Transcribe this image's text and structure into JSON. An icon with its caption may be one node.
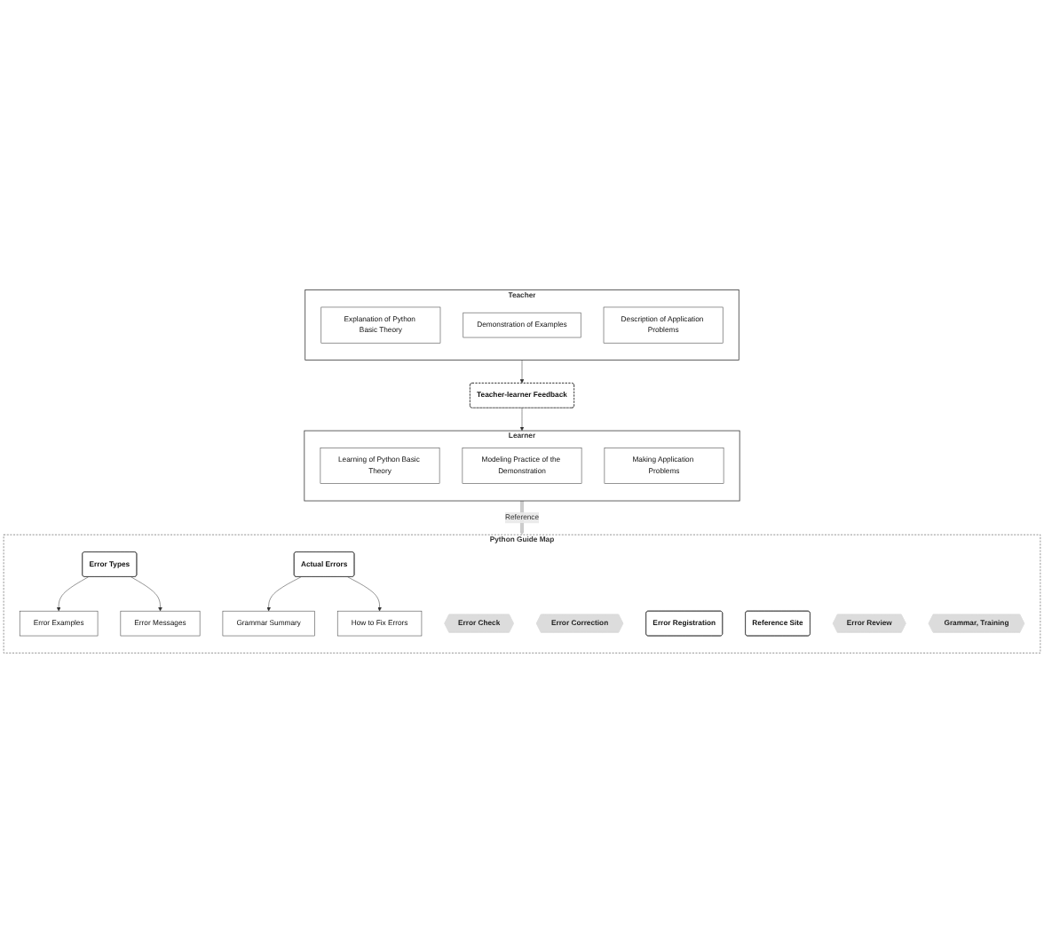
{
  "diagram": {
    "nodes": [
      {
        "text": [
          "Teacher"
        ]
      },
      {
        "text": [
          "Explanation of Python Basic Theory"
        ],
        "in": 0
      },
      {
        "text": [
          "Demonstration of Examples"
        ],
        "in": 0
      },
      {
        "text": [
          "Description of Application Problems"
        ],
        "in": 0
      },
      {
        "text": [
          "Teacher-learner Feedback"
        ]
      },
      {
        "text": [
          "Learner"
        ]
      },
      {
        "text": [
          "Learning of Python Basic Theory"
        ],
        "in": 5
      },
      {
        "text": [
          "Modeling Practice of the Demonstration"
        ],
        "in": 5
      },
      {
        "text": [
          "Making Application Problems"
        ],
        "in": 5
      },
      {
        "text": [
          "Python Guide Map"
        ]
      },
      {
        "text": [
          "Error Types"
        ],
        "in": 9
      },
      {
        "text": [
          "Error Examples"
        ],
        "in": 9
      },
      {
        "text": [
          "Error Messages"
        ],
        "in": 9
      },
      {
        "text": [
          "Actual Errors"
        ],
        "in": 9
      },
      {
        "text": [
          "Grammar Summary"
        ],
        "in": 9
      },
      {
        "text": [
          "How to Fix Errors"
        ],
        "in": 9
      },
      {
        "text": [
          "Error Check"
        ],
        "in": 9
      },
      {
        "text": [
          "Error Correction"
        ],
        "in": 9
      },
      {
        "text": [
          "Error Registration"
        ],
        "in": 9
      },
      {
        "text": [
          "Reference Site"
        ],
        "in": 9
      },
      {
        "text": [
          "Error Review"
        ],
        "in": 9
      },
      {
        "text": [
          "Grammar, Training"
        ],
        "in": 9
      }
    ],
    "edges": [
      {
        "from": 0,
        "to": 4,
        "arrow": "to"
      },
      {
        "from": 4,
        "to": 5,
        "arrow": "to"
      },
      {
        "from": 5,
        "to": 9,
        "arrow": "to",
        "label": "Reference",
        "style": "thick",
        "color": "#cccccc"
      },
      {
        "from": 10,
        "to": 11,
        "arrow": "to"
      },
      {
        "from": 10,
        "to": 12,
        "arrow": "to"
      },
      {
        "from": 13,
        "to": 14,
        "arrow": "to"
      },
      {
        "from": 13,
        "to": 15,
        "arrow": "to"
      }
    ]
  }
}
